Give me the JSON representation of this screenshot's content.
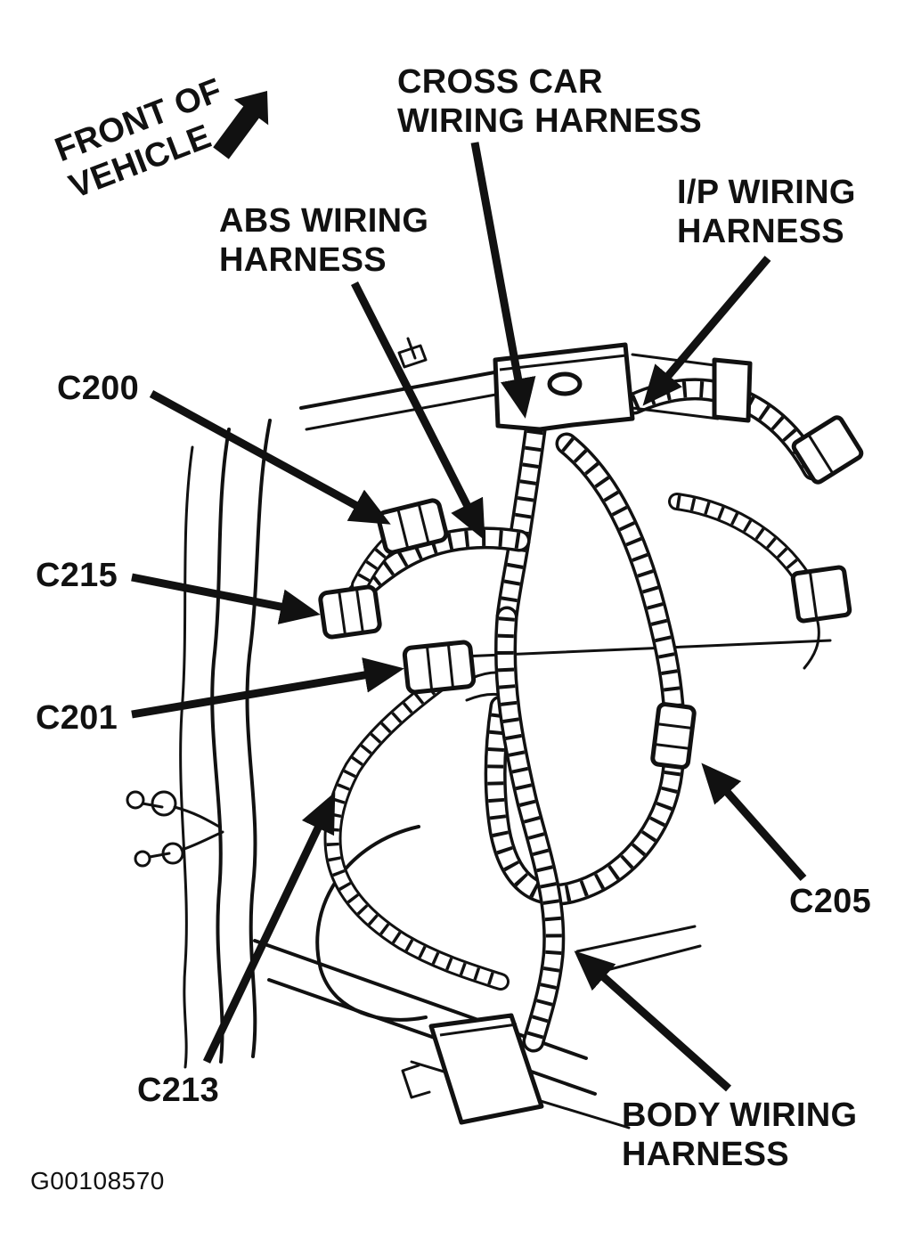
{
  "figure": {
    "code": "G00108570",
    "colors": {
      "ink": "#111111",
      "paper": "#ffffff"
    }
  },
  "labels": {
    "front_of_vehicle": "FRONT OF\nVEHICLE",
    "cross_car_harness": "CROSS CAR\nWIRING HARNESS",
    "ip_harness": "I/P WIRING\nHARNESS",
    "abs_harness": "ABS WIRING\nHARNESS",
    "body_harness": "BODY WIRING\nHARNESS",
    "connector_c200": "C200",
    "connector_c215": "C215",
    "connector_c201": "C201",
    "connector_c213": "C213",
    "connector_c205": "C205"
  }
}
